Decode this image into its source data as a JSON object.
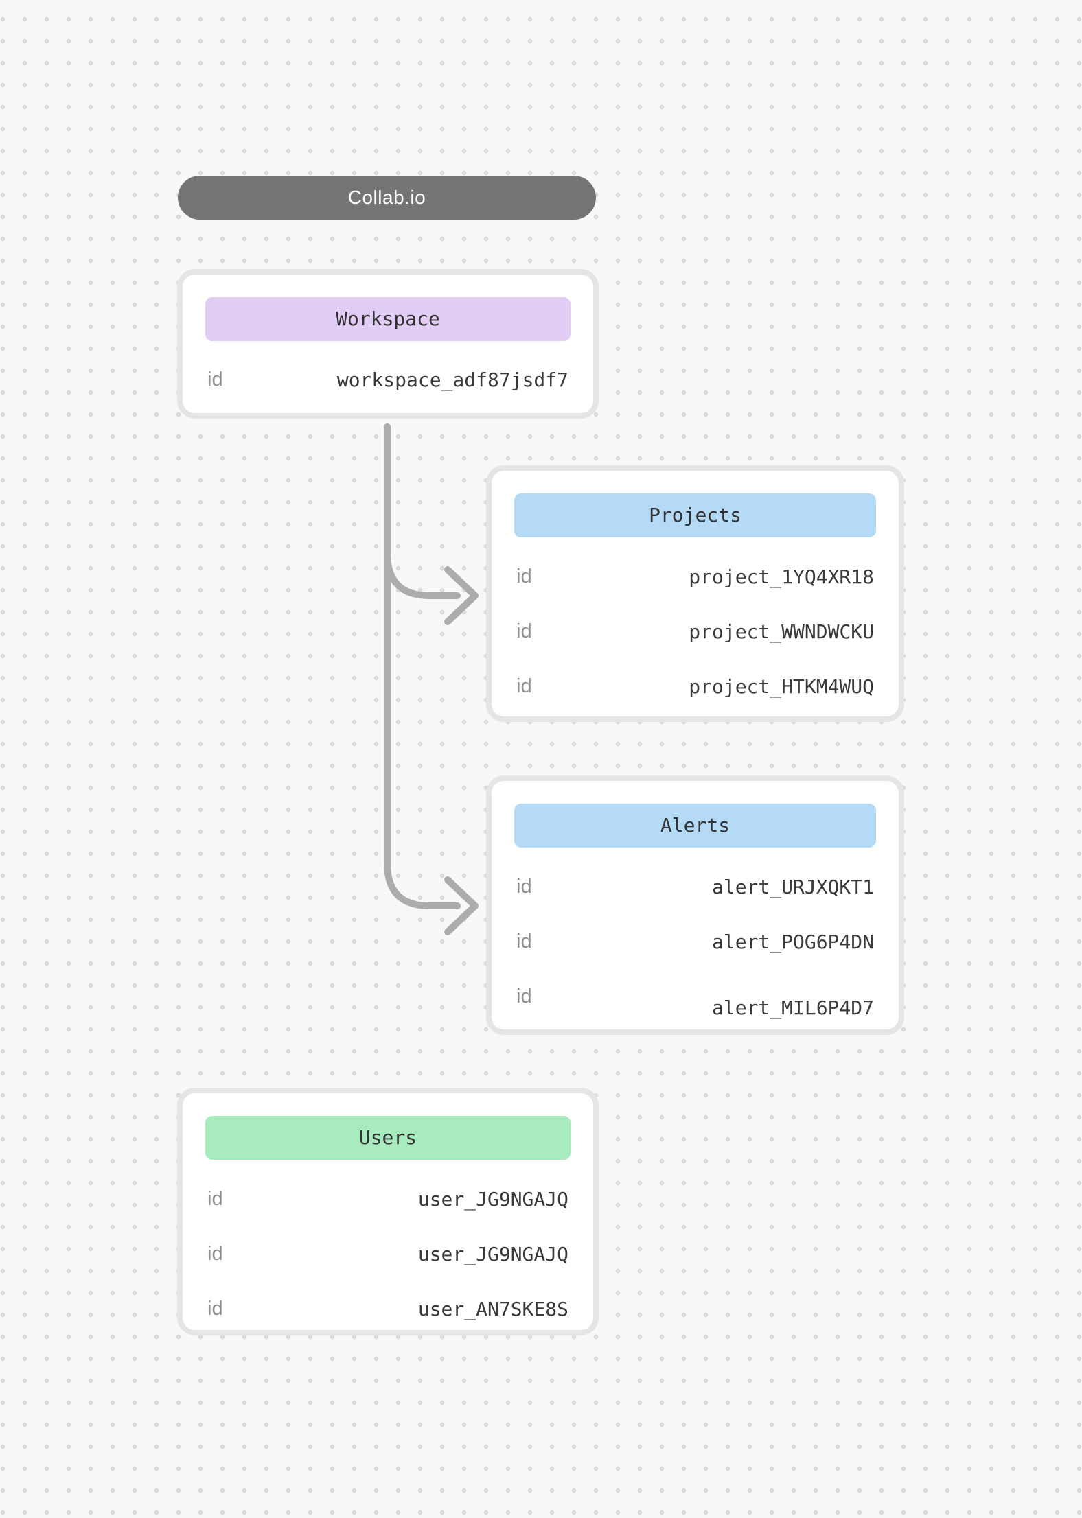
{
  "canvas": {
    "title_pill": "Collab.io"
  },
  "colors": {
    "pill_bg": "#757577",
    "workspace_header": "#e2cdf5",
    "projects_header": "#b4daf6",
    "alerts_header": "#b4daf6",
    "users_header": "#a8ebbe",
    "connector": "#acacac"
  },
  "entities": {
    "workspace": {
      "title": "Workspace",
      "rows": [
        {
          "label": "id",
          "value": "workspace_adf87jsdf7"
        }
      ]
    },
    "projects": {
      "title": "Projects",
      "rows": [
        {
          "label": "id",
          "value": "project_1YQ4XR18"
        },
        {
          "label": "id",
          "value": "project_WWNDWCKU"
        },
        {
          "label": "id",
          "value": "project_HTKM4WUQ"
        }
      ]
    },
    "alerts": {
      "title": "Alerts",
      "rows": [
        {
          "label": "id",
          "value": "alert_URJXQKT1"
        },
        {
          "label": "id",
          "value": "alert_POG6P4DN"
        },
        {
          "label": "id",
          "value": "alert_MIL6P4D7"
        }
      ]
    },
    "users": {
      "title": "Users",
      "rows": [
        {
          "label": "id",
          "value": "user_JG9NGAJQ"
        },
        {
          "label": "id",
          "value": "user_JG9NGAJQ"
        },
        {
          "label": "id",
          "value": "user_AN7SKE8S"
        }
      ]
    }
  }
}
